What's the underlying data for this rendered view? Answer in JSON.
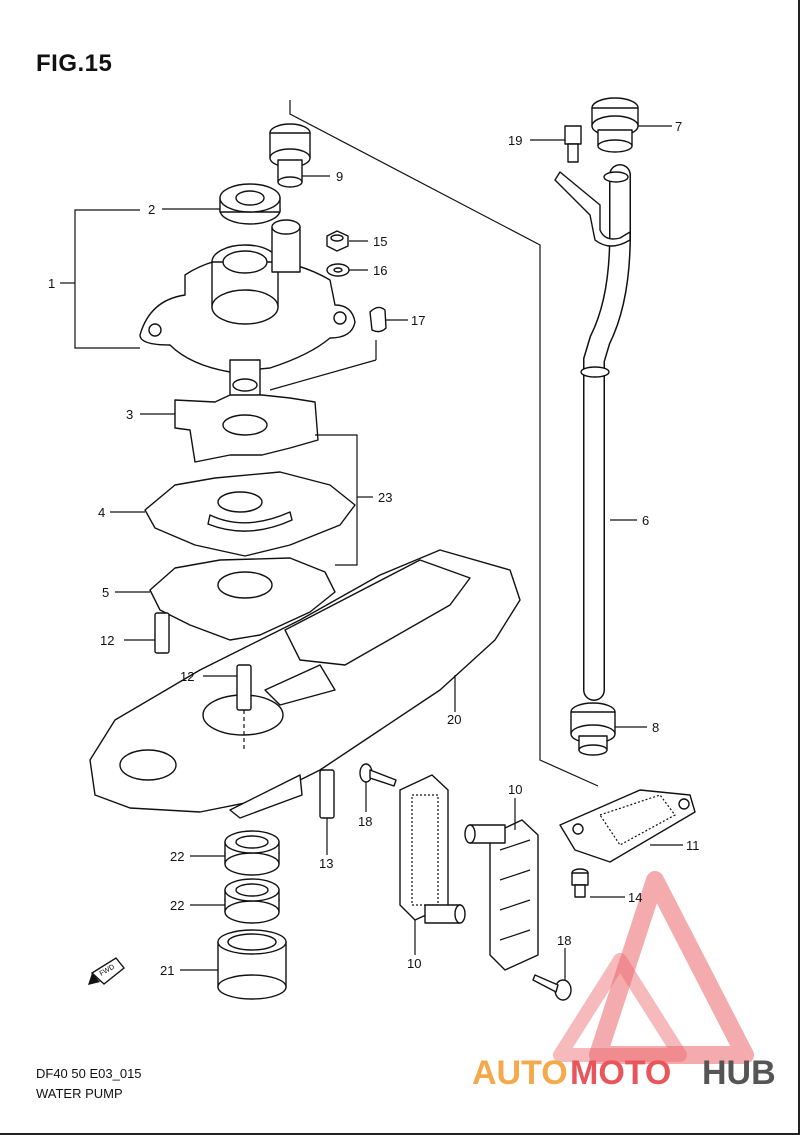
{
  "figure": {
    "title": "FIG.15",
    "code": "DF40 50 E03_015",
    "name": "WATER PUMP"
  },
  "callouts": [
    "1",
    "2",
    "3",
    "4",
    "5",
    "6",
    "7",
    "8",
    "9",
    "10",
    "10",
    "11",
    "12",
    "12",
    "13",
    "14",
    "15",
    "16",
    "17",
    "18",
    "18",
    "19",
    "20",
    "21",
    "22",
    "22",
    "23"
  ],
  "fwd_badge": "FWD",
  "watermark": {
    "part1": "AUTO",
    "part2": "MOTO",
    "part3": "HUB",
    "color1": "#f4a94a",
    "color2": "#e9555a",
    "color3": "#555555",
    "triangle_color": "#e9555a"
  }
}
